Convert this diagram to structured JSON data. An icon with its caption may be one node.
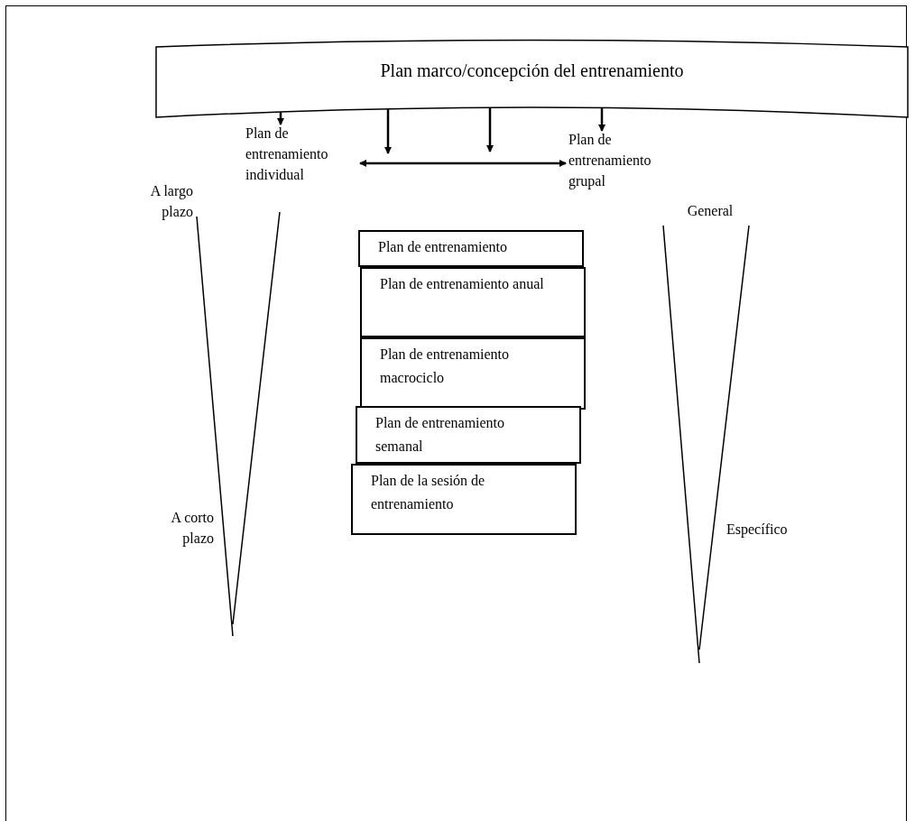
{
  "diagram": {
    "nodes": [
      {
        "text": [
          "Plan marco/concepción del entrenamiento"
        ]
      },
      {
        "text": [
          "Plan de entrenamiento individual"
        ]
      },
      {
        "text": [
          "Plan de entrenamiento grupal"
        ]
      },
      {
        "text": [
          "Plan de entrenamiento"
        ]
      },
      {
        "text": [
          "Plan de entrenamiento anual"
        ]
      },
      {
        "text": [
          "Plan de entrenamiento macrociclo"
        ]
      },
      {
        "text": [
          "Plan de entrenamiento semanal"
        ]
      },
      {
        "text": [
          "Plan de la sesión de entrenamiento"
        ]
      }
    ],
    "edges": [
      {
        "from": 0,
        "to": 1,
        "arrow": "to"
      },
      {
        "from": 0,
        "to": null,
        "arrow": "to"
      },
      {
        "from": 0,
        "to": null,
        "arrow": "to"
      },
      {
        "from": 0,
        "to": 2,
        "arrow": "to"
      },
      {
        "from": 1,
        "to": 2,
        "arrow": "both"
      }
    ],
    "labels": [
      "A largo plazo",
      "General",
      "A corto plazo",
      "Específico"
    ]
  }
}
